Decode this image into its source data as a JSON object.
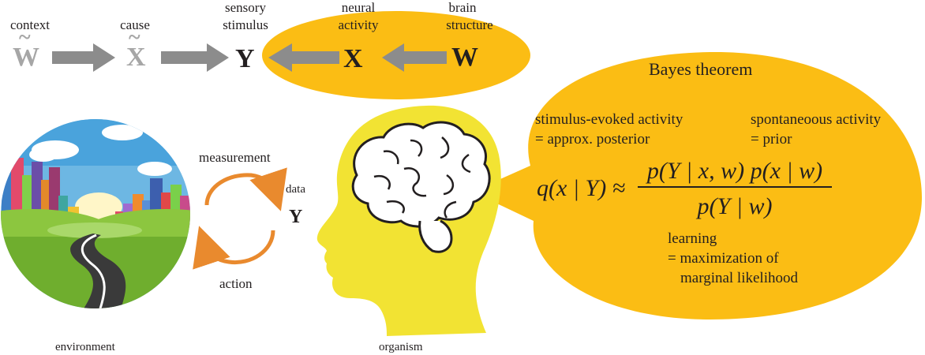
{
  "top_chain": {
    "context_label": "context",
    "context_var": "W",
    "context_tilde": "~",
    "cause_label": "cause",
    "cause_var": "X",
    "cause_tilde": "~",
    "stimulus_label_1": "sensory",
    "stimulus_label_2": "stimulus",
    "stimulus_var": "Y",
    "neural_label_1": "neural",
    "neural_label_2": "activity",
    "neural_var": "X",
    "brain_label_1": "brain",
    "brain_label_2": "structure",
    "brain_var": "W"
  },
  "bubble": {
    "title": "Bayes theorem",
    "evoked_1": "stimulus-evoked activity",
    "evoked_2": "= approx. posterior",
    "spont_1": "spontaneoous activity",
    "spont_2": "= prior",
    "learning_1": "learning",
    "learning_2": "= maximization of",
    "learning_3": "marginal likelihood"
  },
  "formula": {
    "lhs": "q(x | Y) ≈",
    "numerator": "p(Y | x, w) p(x | w)",
    "denominator": "p(Y | w)"
  },
  "loop": {
    "measurement": "measurement",
    "action": "action",
    "data_label": "data",
    "data_var": "Y"
  },
  "captions": {
    "environment": "environment",
    "organism": "organism"
  },
  "colors": {
    "accent": "#fbbd14",
    "arrow_gray": "#8c8c8c",
    "loop_orange": "#e98a2e",
    "head_yellow": "#f2e333"
  }
}
